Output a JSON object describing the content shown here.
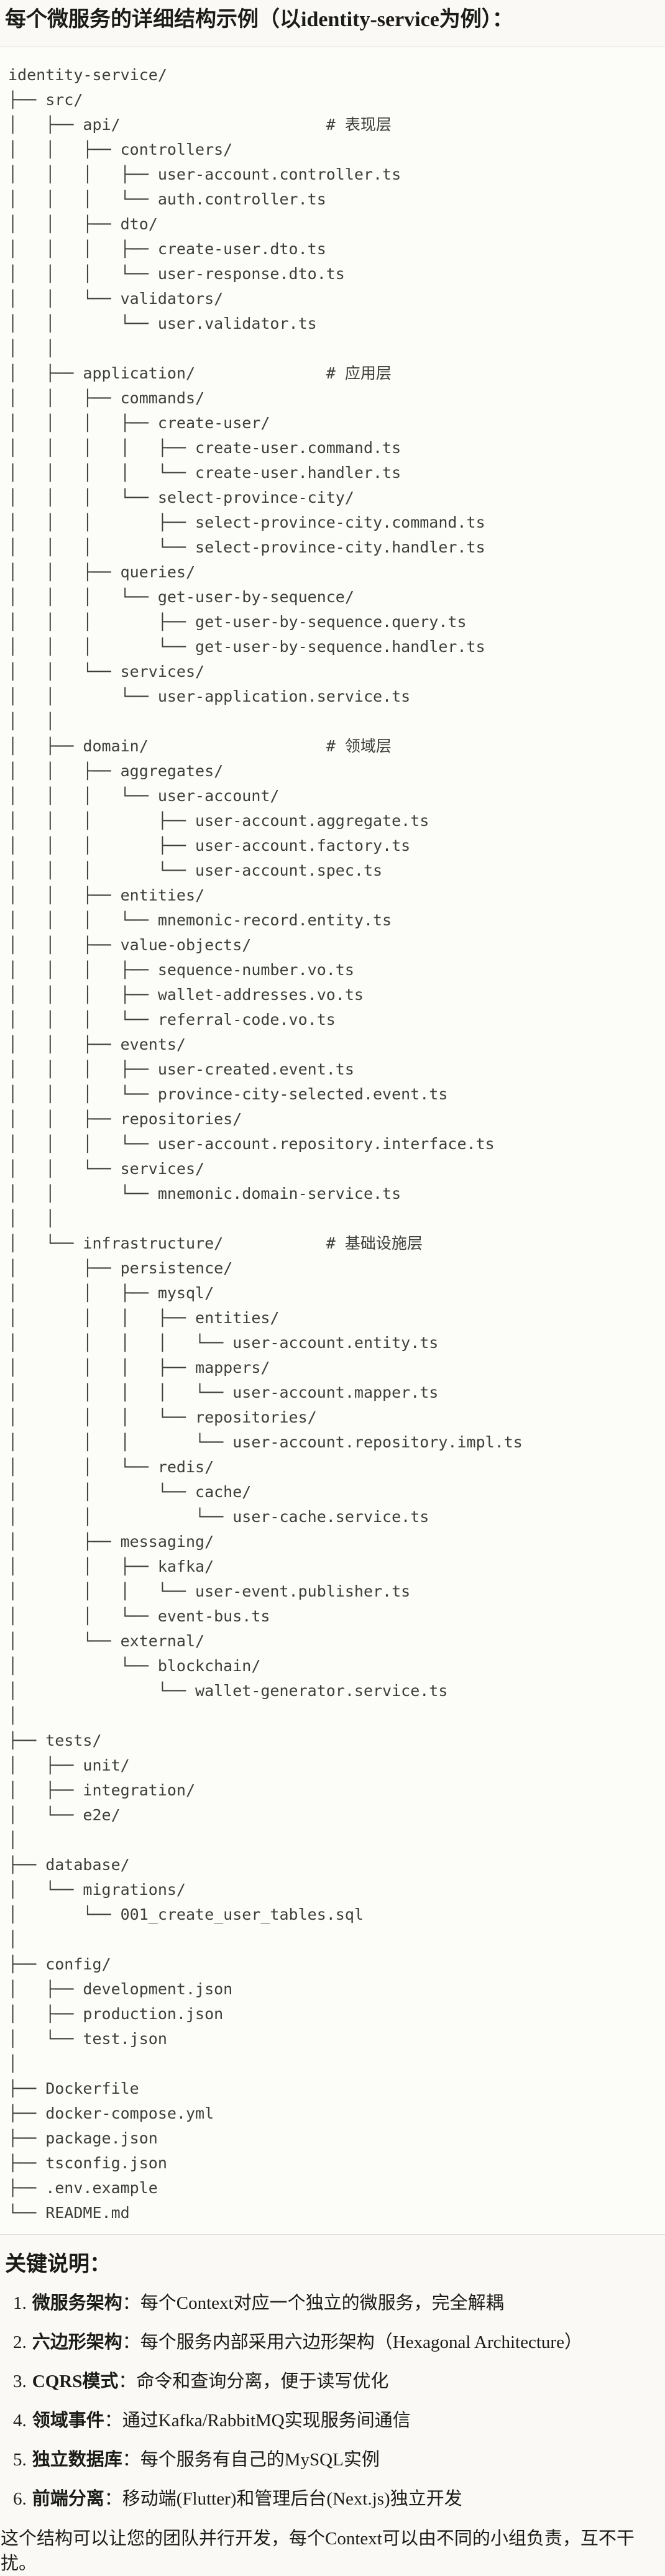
{
  "page": {
    "title": "每个微服务的详细结构示例（以identity-service为例）：",
    "notes_heading": "关键说明：",
    "closing_paragraph": "这个结构可以让您的团队并行开发，每个Context可以由不同的小组负责，互不干扰。"
  },
  "tree": {
    "root": "identity-service/",
    "layer_comments": [
      "# 表现层",
      "# 应用层",
      "# 领域层",
      "# 基础设施层"
    ],
    "lines": [
      "identity-service/",
      "├── src/",
      "│   ├── api/                      # 表现层",
      "│   │   ├── controllers/",
      "│   │   │   ├── user-account.controller.ts",
      "│   │   │   └── auth.controller.ts",
      "│   │   ├── dto/",
      "│   │   │   ├── create-user.dto.ts",
      "│   │   │   └── user-response.dto.ts",
      "│   │   └── validators/",
      "│   │       └── user.validator.ts",
      "│   │",
      "│   ├── application/              # 应用层",
      "│   │   ├── commands/",
      "│   │   │   ├── create-user/",
      "│   │   │   │   ├── create-user.command.ts",
      "│   │   │   │   └── create-user.handler.ts",
      "│   │   │   └── select-province-city/",
      "│   │   │       ├── select-province-city.command.ts",
      "│   │   │       └── select-province-city.handler.ts",
      "│   │   ├── queries/",
      "│   │   │   └── get-user-by-sequence/",
      "│   │   │       ├── get-user-by-sequence.query.ts",
      "│   │   │       └── get-user-by-sequence.handler.ts",
      "│   │   └── services/",
      "│   │       └── user-application.service.ts",
      "│   │",
      "│   ├── domain/                   # 领域层",
      "│   │   ├── aggregates/",
      "│   │   │   └── user-account/",
      "│   │   │       ├── user-account.aggregate.ts",
      "│   │   │       ├── user-account.factory.ts",
      "│   │   │       └── user-account.spec.ts",
      "│   │   ├── entities/",
      "│   │   │   └── mnemonic-record.entity.ts",
      "│   │   ├── value-objects/",
      "│   │   │   ├── sequence-number.vo.ts",
      "│   │   │   ├── wallet-addresses.vo.ts",
      "│   │   │   └── referral-code.vo.ts",
      "│   │   ├── events/",
      "│   │   │   ├── user-created.event.ts",
      "│   │   │   └── province-city-selected.event.ts",
      "│   │   ├── repositories/",
      "│   │   │   └── user-account.repository.interface.ts",
      "│   │   └── services/",
      "│   │       └── mnemonic.domain-service.ts",
      "│   │",
      "│   └── infrastructure/           # 基础设施层",
      "│       ├── persistence/",
      "│       │   ├── mysql/",
      "│       │   │   ├── entities/",
      "│       │   │   │   └── user-account.entity.ts",
      "│       │   │   ├── mappers/",
      "│       │   │   │   └── user-account.mapper.ts",
      "│       │   │   └── repositories/",
      "│       │   │       └── user-account.repository.impl.ts",
      "│       │   └── redis/",
      "│       │       └── cache/",
      "│       │           └── user-cache.service.ts",
      "│       ├── messaging/",
      "│       │   ├── kafka/",
      "│       │   │   └── user-event.publisher.ts",
      "│       │   └── event-bus.ts",
      "│       └── external/",
      "│           └── blockchain/",
      "│               └── wallet-generator.service.ts",
      "│",
      "├── tests/",
      "│   ├── unit/",
      "│   ├── integration/",
      "│   └── e2e/",
      "│",
      "├── database/",
      "│   └── migrations/",
      "│       └── 001_create_user_tables.sql",
      "│",
      "├── config/",
      "│   ├── development.json",
      "│   ├── production.json",
      "│   └── test.json",
      "│",
      "├── Dockerfile",
      "├── docker-compose.yml",
      "├── package.json",
      "├── tsconfig.json",
      "├── .env.example",
      "└── README.md"
    ]
  },
  "notes": {
    "items": [
      {
        "num": "1.",
        "term": "微服务架构",
        "desc": "：每个Context对应一个独立的微服务，完全解耦"
      },
      {
        "num": "2.",
        "term": "六边形架构",
        "desc": "：每个服务内部采用六边形架构（Hexagonal Architecture）"
      },
      {
        "num": "3.",
        "term": "CQRS模式",
        "desc": "：命令和查询分离，便于读写优化"
      },
      {
        "num": "4.",
        "term": "领域事件",
        "desc": "：通过Kafka/RabbitMQ实现服务间通信"
      },
      {
        "num": "5.",
        "term": "独立数据库",
        "desc": "：每个服务有自己的MySQL实例"
      },
      {
        "num": "6.",
        "term": "前端分离",
        "desc": "：移动端(Flutter)和管理后台(Next.js)独立开发"
      }
    ]
  },
  "colors": {
    "page_bg": "#faf9f5",
    "code_bg": "#fcfcf9",
    "code_border": "#e3e1db",
    "heading_text": "#1b1b19",
    "tree_text": "#3d3d39"
  }
}
